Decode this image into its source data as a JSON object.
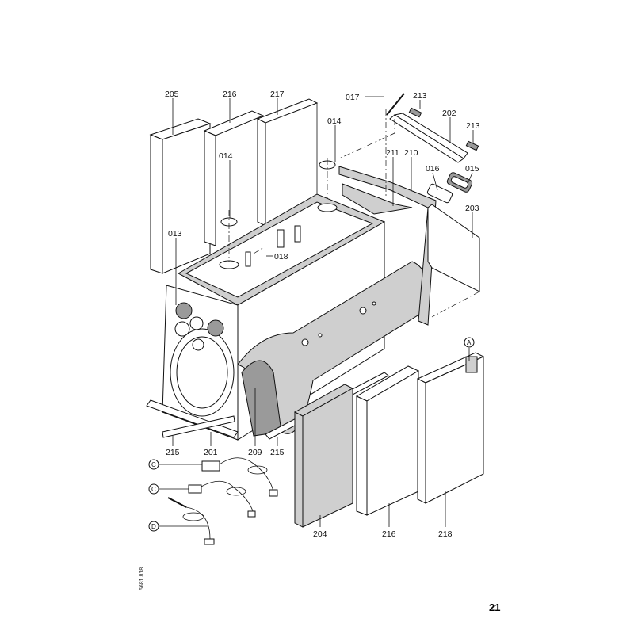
{
  "page_number": "21",
  "drawing_code": "5681 818",
  "labels": {
    "p205": "205",
    "p216_top": "216",
    "p217": "217",
    "p017": "017",
    "p213_a": "213",
    "p202": "202",
    "p213_b": "213",
    "p014_a": "014",
    "p014_b": "014",
    "p211": "211",
    "p210": "210",
    "p016": "016",
    "p015": "015",
    "p203": "203",
    "p013": "013",
    "p018": "018",
    "pA": "A",
    "p215_a": "215",
    "p201": "201",
    "p209": "209",
    "p215_b": "215",
    "pC1": "C",
    "pC2": "C",
    "pD": "D",
    "p204": "204",
    "p216_bottom": "216",
    "p218": "218"
  }
}
